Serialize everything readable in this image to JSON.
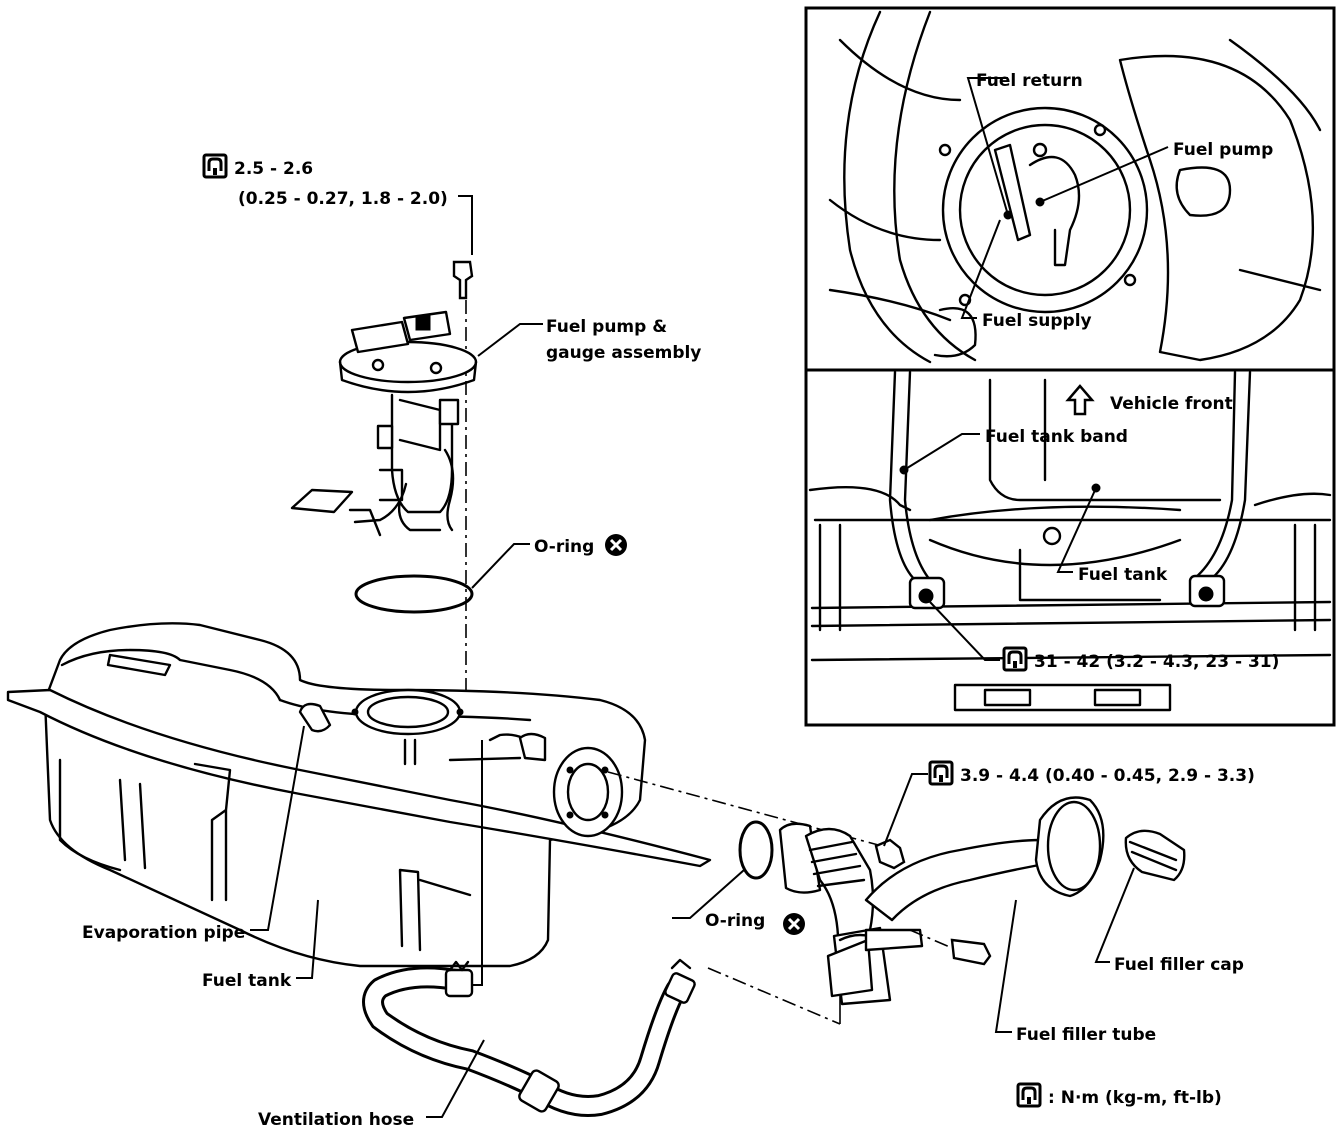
{
  "labels": {
    "torque_pump_line1": "2.5 - 2.6",
    "torque_pump_line2": "(0.25 - 0.27, 1.8 - 2.0)",
    "fuel_pump_gauge_line1": "Fuel pump &",
    "fuel_pump_gauge_line2": "gauge assembly",
    "o_ring_top": "O-ring",
    "o_ring_bottom": "O-ring",
    "fuel_return": "Fuel return",
    "fuel_pump": "Fuel pump",
    "fuel_supply": "Fuel supply",
    "vehicle_front": "Vehicle front",
    "fuel_tank_band": "Fuel tank band",
    "fuel_tank_inset": "Fuel tank",
    "torque_band": "31 - 42 (3.2 - 4.3, 23 - 31)",
    "torque_filler": "3.9 - 4.4 (0.40 - 0.45, 2.9 - 3.3)",
    "evaporation_pipe": "Evaporation pipe",
    "fuel_tank_main": "Fuel tank",
    "ventilation_hose": "Ventilation hose",
    "fuel_filler_cap": "Fuel filler cap",
    "fuel_filler_tube": "Fuel filler tube",
    "legend_units": ":  N·m (kg-m, ft-lb)"
  },
  "icons": {
    "torque": "torque-wrench-icon",
    "replace": "replace-part-x-icon",
    "arrow": "up-arrow-icon"
  }
}
